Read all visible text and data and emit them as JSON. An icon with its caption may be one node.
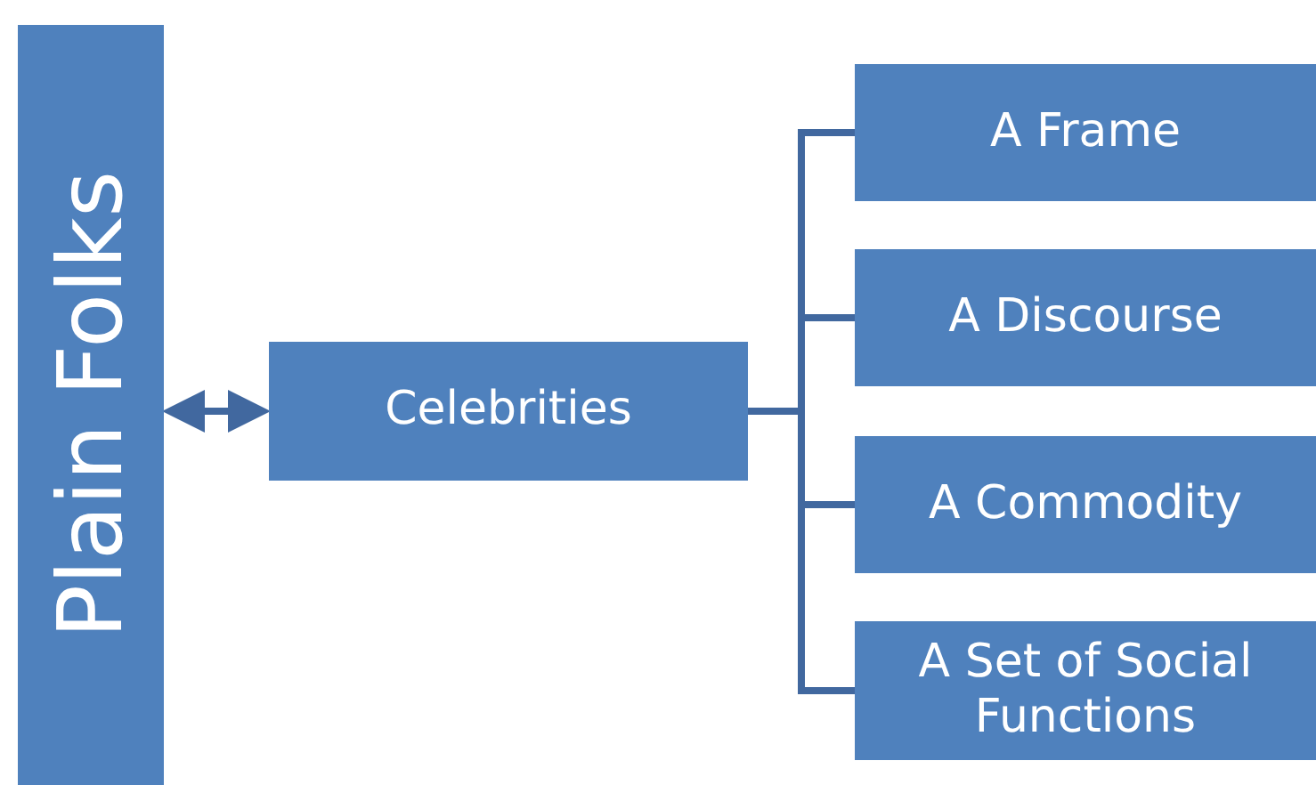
{
  "diagram": {
    "nodes": [
      {
        "text": [
          "Plain Folks"
        ]
      },
      {
        "text": [
          "Celebrities"
        ]
      },
      {
        "text": [
          "A Frame"
        ]
      },
      {
        "text": [
          "A Discourse"
        ]
      },
      {
        "text": [
          "A Commodity"
        ]
      },
      {
        "text": [
          "A Set of Social Functions"
        ]
      }
    ],
    "edges": [
      {
        "from": 0,
        "to": 1,
        "arrow": "both"
      },
      {
        "from": 1,
        "to": 2,
        "arrow": "none"
      },
      {
        "from": 1,
        "to": 3,
        "arrow": "none"
      },
      {
        "from": 1,
        "to": 4,
        "arrow": "none"
      },
      {
        "from": 1,
        "to": 5,
        "arrow": "none"
      }
    ]
  }
}
